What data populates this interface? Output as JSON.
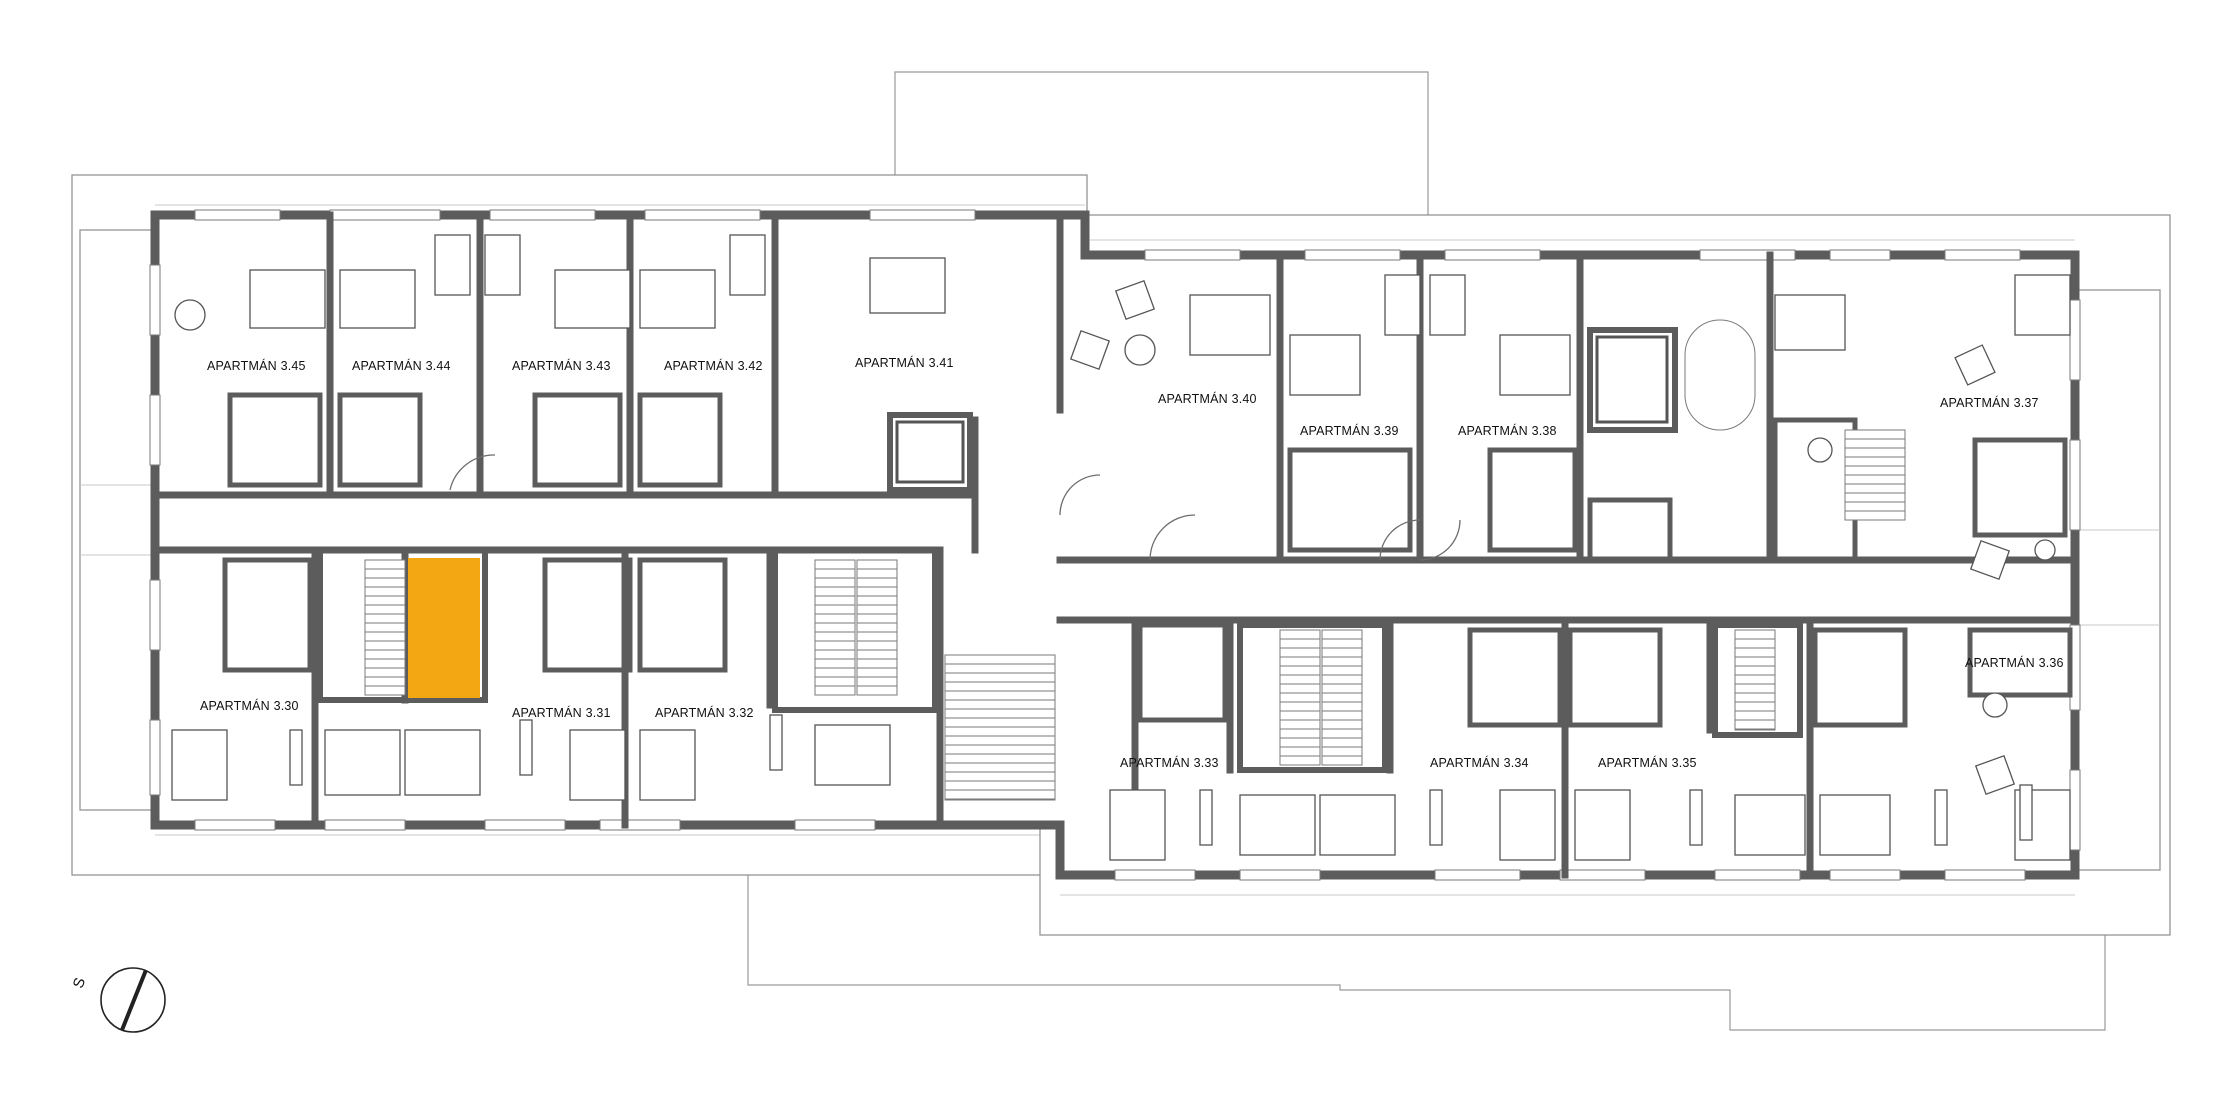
{
  "plan": {
    "apartments": [
      {
        "id": "3.45",
        "label": "APARTMÁN 3.45"
      },
      {
        "id": "3.44",
        "label": "APARTMÁN 3.44"
      },
      {
        "id": "3.43",
        "label": "APARTMÁN 3.43"
      },
      {
        "id": "3.42",
        "label": "APARTMÁN 3.42"
      },
      {
        "id": "3.41",
        "label": "APARTMÁN 3.41"
      },
      {
        "id": "3.40",
        "label": "APARTMÁN 3.40"
      },
      {
        "id": "3.39",
        "label": "APARTMÁN 3.39"
      },
      {
        "id": "3.38",
        "label": "APARTMÁN 3.38"
      },
      {
        "id": "3.37",
        "label": "APARTMÁN 3.37"
      },
      {
        "id": "3.30",
        "label": "APARTMÁN 3.30"
      },
      {
        "id": "3.31",
        "label": "APARTMÁN 3.31"
      },
      {
        "id": "3.32",
        "label": "APARTMÁN 3.32"
      },
      {
        "id": "3.33",
        "label": "APARTMÁN 3.33"
      },
      {
        "id": "3.34",
        "label": "APARTMÁN 3.34"
      },
      {
        "id": "3.35",
        "label": "APARTMÁN 3.35"
      },
      {
        "id": "3.36",
        "label": "APARTMÁN 3.36"
      }
    ],
    "north_arrow": {
      "letter": "S"
    },
    "colors": {
      "walls": "#5c5c5c",
      "highlight": "#f3a713",
      "outline": "#9a9a9a"
    }
  }
}
